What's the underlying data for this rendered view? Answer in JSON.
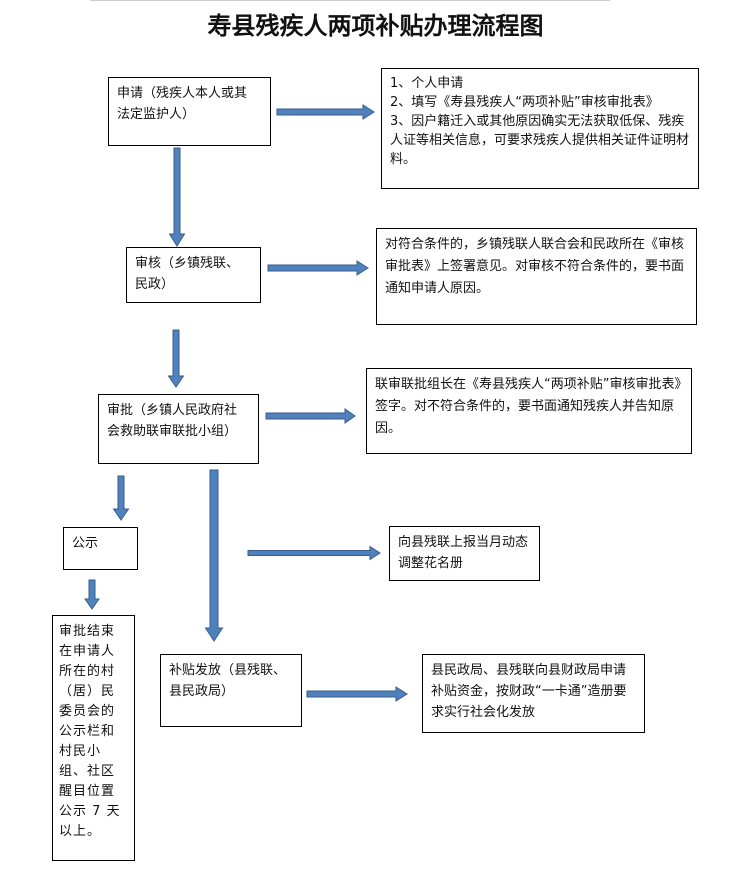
{
  "title": "寿县残疾人两项补贴办理流程图",
  "colors": {
    "arrow_fill": "#4f81bd",
    "arrow_stroke": "#385d8a",
    "box_border": "#000000"
  },
  "steps": {
    "apply": "申请（残疾人本人或其\n法定监护人）",
    "review": "审核（乡镇残联、\n民政）",
    "approve": "审批（乡镇人民政府社\n会救助联审联批小组）",
    "publicity": "公示",
    "issue": "补贴发放（县残联、\n县民政局）"
  },
  "notes": {
    "apply": "1、个人申请\n2、填写《寿县残疾人“两项补贴”审核审批表》\n3、因户籍迁入或其他原因确实无法获取低保、残疾人证等相关信息，可要求残疾人提供相关证件证明材料。",
    "review": "对符合条件的，乡镇残联人联合会和民政所在《审核审批表》上签署意见。对审核不符合条件的，要书面通知申请人原因。",
    "approve": "联审联批组长在《寿县残疾人“两项补贴”审核审批表》签字。对不符合条件的，要书面通知残疾人并告知原因。",
    "report": "向县残联上报当月动态调整花名册",
    "publicity": "审批结束在申请人所在的村（居）民委员会的公示栏和村民小组、社区醒目位置公示 7 天以上。",
    "issue": "县民政局、县残联向县财政局申请补贴资金，按财政“一卡通”造册要求实行社会化发放"
  }
}
